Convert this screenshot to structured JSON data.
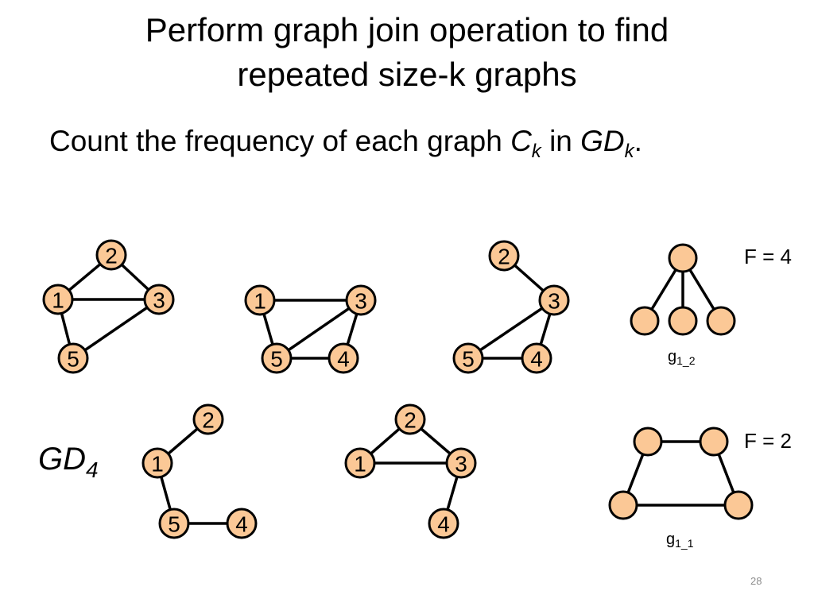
{
  "title": {
    "line1": "Perform graph join operation to find",
    "line2": "repeated size-k graphs"
  },
  "subtitle": {
    "prefix": "Count the frequency of each graph ",
    "c_symbol": "C",
    "c_sub": "k",
    "middle": " in ",
    "gd_symbol": "GD",
    "gd_sub": "k",
    "suffix": "."
  },
  "dataset_label": {
    "main": "GD",
    "sub": "4"
  },
  "graphs": [
    {
      "id": "graph-1",
      "nodes": [
        "1",
        "2",
        "3",
        "5"
      ],
      "edges": [
        [
          "1",
          "2"
        ],
        [
          "2",
          "3"
        ],
        [
          "1",
          "3"
        ],
        [
          "1",
          "5"
        ],
        [
          "5",
          "3"
        ]
      ]
    },
    {
      "id": "graph-2",
      "nodes": [
        "1",
        "3",
        "5",
        "4"
      ],
      "edges": [
        [
          "1",
          "3"
        ],
        [
          "1",
          "5"
        ],
        [
          "5",
          "3"
        ],
        [
          "5",
          "4"
        ],
        [
          "4",
          "3"
        ]
      ]
    },
    {
      "id": "graph-3",
      "nodes": [
        "2",
        "3",
        "5",
        "4"
      ],
      "edges": [
        [
          "2",
          "3"
        ],
        [
          "5",
          "3"
        ],
        [
          "4",
          "3"
        ],
        [
          "5",
          "4"
        ]
      ]
    },
    {
      "id": "graph-4",
      "nodes": [
        "2",
        "1",
        "5",
        "4"
      ],
      "edges": [
        [
          "1",
          "2"
        ],
        [
          "1",
          "5"
        ],
        [
          "5",
          "4"
        ]
      ]
    },
    {
      "id": "graph-5",
      "nodes": [
        "2",
        "1",
        "3",
        "4"
      ],
      "edges": [
        [
          "1",
          "2"
        ],
        [
          "2",
          "3"
        ],
        [
          "1",
          "3"
        ],
        [
          "3",
          "4"
        ]
      ]
    }
  ],
  "subgraphs": [
    {
      "id": "g1_2",
      "label_main": "g",
      "label_sub": "1_2",
      "frequency_text": "F = 4",
      "edges": [
        [
          "a",
          "b"
        ],
        [
          "a",
          "c"
        ],
        [
          "a",
          "d"
        ]
      ]
    },
    {
      "id": "g1_1",
      "label_main": "g",
      "label_sub": "1_1",
      "frequency_text": "F = 2",
      "edges": [
        [
          "a",
          "b"
        ],
        [
          "a",
          "c"
        ],
        [
          "c",
          "d"
        ],
        [
          "b",
          "d"
        ]
      ]
    }
  ],
  "colors": {
    "node_fill": "#fbc896",
    "node_stroke": "#000000",
    "edge": "#000000",
    "page_number": "#8c8c8c"
  },
  "page_number": "28"
}
